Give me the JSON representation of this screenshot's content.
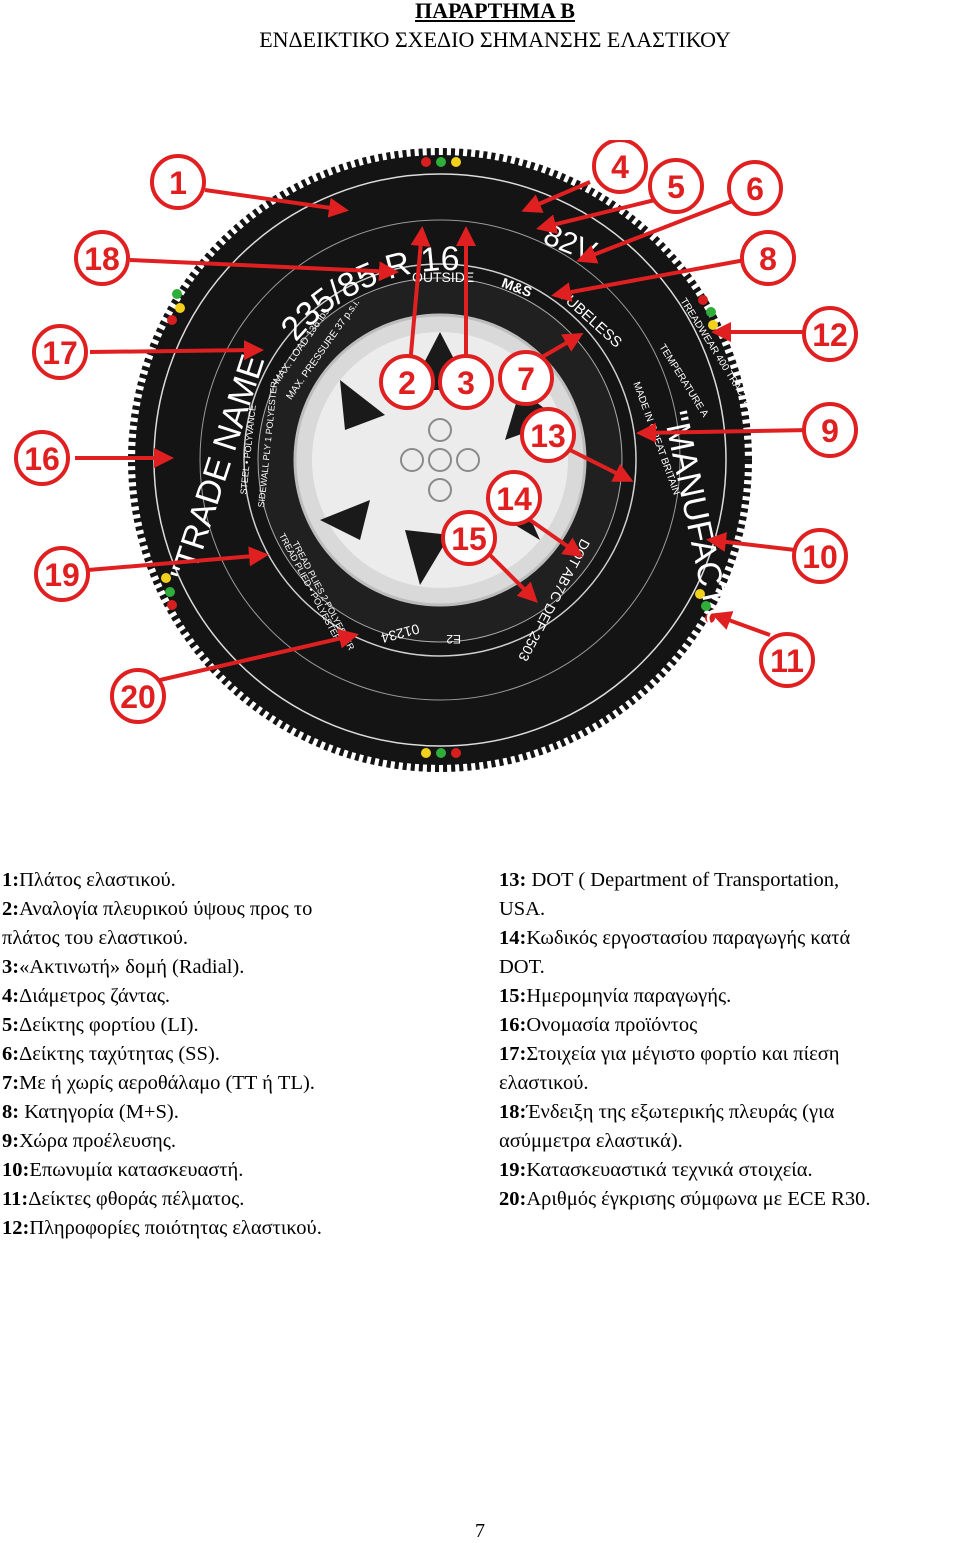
{
  "header": {
    "title": "ΠΑΡΑΡΤΗΜΑ Β",
    "subtitle": "ΕΝΔΕΙΚΤΙΚΟ ΣΧΕΔΙΟ ΣΗΜΑΝΣΗΣ ΕΛΑΣΤΙΚΟΥ"
  },
  "tyre": {
    "size": "235/85 R 16",
    "load_speed": "82V",
    "outside": "OUTSIDE",
    "ms": "M&S",
    "tubeless": "TUBELESS",
    "treadwear": "TREADWEAR 400 TRACTION A",
    "temperature": "TEMPERATURE A",
    "made_in": "MADE IN GREAT BRITAIN",
    "manufacturer": "\"MANUFACTURER\"",
    "dot": "DOT AB7C DEF 2503",
    "approval_mark": "E2",
    "approval_number": "01234",
    "trade_name": "\"TRADE NAME\"",
    "max_load": "MAX. LOAD 136 lbs",
    "max_pressure": "MAX. PRESSURE 37 p.s.i.",
    "ply_polyvance": "STEEL  •  POLYVANCE",
    "ply_polyester": "SIDEWALL PLY 1 POLYESTER",
    "tread_plies": "TREAD PLIES 2 POLYESTER",
    "tread_plies2": "TREAD PLIED • POLYESTER"
  },
  "callouts": [
    "1",
    "2",
    "3",
    "4",
    "5",
    "6",
    "7",
    "8",
    "9",
    "10",
    "11",
    "12",
    "13",
    "14",
    "15",
    "16",
    "17",
    "18",
    "19",
    "20"
  ],
  "legend_left": [
    {
      "num": "1:",
      "text": "Πλάτος ελαστικού."
    },
    {
      "num": "2:",
      "text": "Αναλογία πλευρικού ύψους προς το"
    },
    {
      "num": "",
      "text": "πλάτος του ελαστικού."
    },
    {
      "num": "3:",
      "text": "«Ακτινωτή» δομή (Radial)."
    },
    {
      "num": "4:",
      "text": "Διάμετρος ζάντας."
    },
    {
      "num": "5:",
      "text": "Δείκτης φορτίου (LI)."
    },
    {
      "num": "6:",
      "text": "Δείκτης ταχύτητας (SS)."
    },
    {
      "num": "7:",
      "text": "Με ή χωρίς αεροθάλαμο (TT ή TL)."
    },
    {
      "num": "8:",
      "text": " Κατηγορία (M+S)."
    },
    {
      "num": "9:",
      "text": "Χώρα προέλευσης."
    },
    {
      "num": "10:",
      "text": "Επωνυμία κατασκευαστή."
    },
    {
      "num": "11:",
      "text": "Δείκτες φθοράς πέλματος."
    },
    {
      "num": "12:",
      "text": "Πληροφορίες ποιότητας ελαστικού."
    }
  ],
  "legend_right": [
    {
      "num": "13:",
      "text": " DOT ( Department of Transportation,"
    },
    {
      "num": "",
      "text": "USA."
    },
    {
      "num": "14:",
      "text": "Κωδικός εργοστασίου παραγωγής κατά"
    },
    {
      "num": "",
      "text": "DOT."
    },
    {
      "num": "15:",
      "text": "Ημερομηνία παραγωγής."
    },
    {
      "num": "16:",
      "text": "Ονομασία προϊόντος"
    },
    {
      "num": "17:",
      "text": "Στοιχεία για μέγιστο φορτίο και πίεση"
    },
    {
      "num": "",
      "text": "ελαστικού."
    },
    {
      "num": "18:",
      "text": "Ένδειξη της εξωτερικής πλευράς (για"
    },
    {
      "num": "",
      "text": "ασύμμετρα ελαστικά)."
    },
    {
      "num": "19:",
      "text": "Κατασκευαστικά τεχνικά στοιχεία."
    },
    {
      "num": "20:",
      "text": "Αριθμός έγκρισης σύμφωνα με ECE R30."
    }
  ],
  "footer": {
    "page_number": "7"
  },
  "colors": {
    "callout_red": "#e02020",
    "tyre_black": "#141414",
    "rim_grey": "#d9d9d9"
  }
}
